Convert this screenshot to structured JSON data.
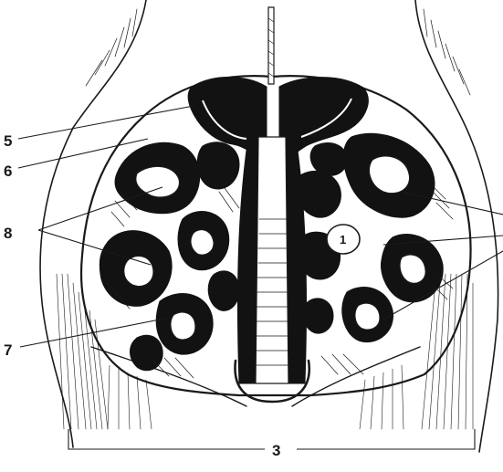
{
  "labels": {
    "five": "5",
    "six": "6",
    "eight": "8",
    "seven": "7",
    "three": "3",
    "one": "1"
  }
}
